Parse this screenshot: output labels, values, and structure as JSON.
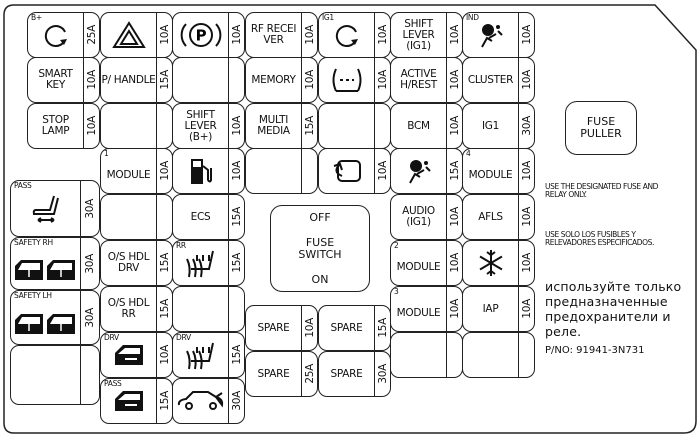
{
  "title": "Fuse box diagram",
  "fuses": [
    {
      "id": "b-plus",
      "tag": "B+",
      "icon": "refresh",
      "amp": "25A"
    },
    {
      "id": "hazard",
      "icon": "hazard",
      "amp": "10A"
    },
    {
      "id": "parking-brake",
      "icon": "parking",
      "amp": "10A"
    },
    {
      "id": "rf-receiver",
      "label": "RF RECEI VER",
      "amp": "10A"
    },
    {
      "id": "ig1-refresh",
      "tag": "IG1",
      "icon": "refresh",
      "amp": "10A"
    },
    {
      "id": "shift-lever-ig1",
      "label": "SHIFT LEVER (IG1)",
      "amp": "10A"
    },
    {
      "id": "airbag-ind",
      "tag": "IND",
      "icon": "airbag",
      "amp": "10A"
    },
    {
      "id": "smart-key",
      "label": "SMART KEY",
      "amp": "10A"
    },
    {
      "id": "p-handle",
      "label": "P/ HANDLE",
      "amp": "15A"
    },
    {
      "id": "empty-r2c3",
      "amp": ""
    },
    {
      "id": "memory",
      "label": "MEMORY",
      "amp": "10A"
    },
    {
      "id": "tpms",
      "icon": "tire",
      "amp": "10A"
    },
    {
      "id": "active-h-rest",
      "label": "ACTIVE H/REST",
      "amp": "10A"
    },
    {
      "id": "cluster",
      "label": "CLUSTER",
      "amp": "10A"
    },
    {
      "id": "stop-lamp",
      "label": "STOP LAMP",
      "amp": "10A"
    },
    {
      "id": "empty-r3c2",
      "amp": ""
    },
    {
      "id": "shift-lever-b-plus",
      "label": "SHIFT LEVER (B+)",
      "amp": "10A"
    },
    {
      "id": "multi-media",
      "label": "MULTI MEDIA",
      "amp": "15A"
    },
    {
      "id": "empty-r3c5",
      "amp": ""
    },
    {
      "id": "bcm",
      "label": "BCM",
      "amp": "10A"
    },
    {
      "id": "ig1",
      "label": "IG1",
      "amp": "30A"
    },
    {
      "id": "module-1",
      "tag": "1",
      "label": "MODULE",
      "amp": "10A"
    },
    {
      "id": "fuel",
      "icon": "fuel",
      "amp": "10A"
    },
    {
      "id": "empty-r4c4",
      "amp": ""
    },
    {
      "id": "seat-memory",
      "icon": "seat-adjust",
      "amp": "10A"
    },
    {
      "id": "airbag",
      "icon": "airbag",
      "amp": "15A"
    },
    {
      "id": "module-4",
      "tag": "4",
      "label": "MODULE",
      "amp": "10A"
    },
    {
      "id": "empty-r5c2",
      "amp": ""
    },
    {
      "id": "ecs",
      "label": "ECS",
      "amp": "15A"
    },
    {
      "id": "audio-ig1",
      "label": "AUDIO (IG1)",
      "amp": "10A"
    },
    {
      "id": "afls",
      "label": "AFLS",
      "amp": "10A"
    },
    {
      "id": "os-hdl-drv",
      "label": "O/S HDL DRV",
      "amp": "15A"
    },
    {
      "id": "rr-seat-heater",
      "tag": "RR",
      "icon": "seat-heater",
      "amp": "15A"
    },
    {
      "id": "module-2",
      "tag": "2",
      "label": "MODULE",
      "amp": "10A"
    },
    {
      "id": "aircon",
      "icon": "snowflake",
      "amp": "10A"
    },
    {
      "id": "os-hdl-rr",
      "label": "O/S HDL RR",
      "amp": "15A"
    },
    {
      "id": "empty-r7c3",
      "amp": ""
    },
    {
      "id": "module-3",
      "tag": "3",
      "label": "MODULE",
      "amp": "10A"
    },
    {
      "id": "iap",
      "label": "IAP",
      "amp": "10A"
    },
    {
      "id": "drv-door-lock",
      "tag": "DRV",
      "icon": "door",
      "amp": "10A"
    },
    {
      "id": "drv-seat-heater",
      "tag": "DRV",
      "icon": "seat-heater",
      "amp": "15A"
    },
    {
      "id": "empty-r8c6",
      "amp": ""
    },
    {
      "id": "empty-r8c7",
      "amp": ""
    },
    {
      "id": "pass-door-lock",
      "tag": "PASS",
      "icon": "door",
      "amp": "15A"
    },
    {
      "id": "trunk",
      "icon": "trunk",
      "amp": "30A"
    },
    {
      "id": "pass-power-seat",
      "tag": "PASS",
      "icon": "seat",
      "amp": "30A"
    },
    {
      "id": "safety-rh",
      "tag": "SAFETY RH",
      "icon": "windows",
      "amp": "30A"
    },
    {
      "id": "safety-lh",
      "tag": "SAFETY LH",
      "icon": "windows",
      "amp": "30A"
    },
    {
      "id": "empty-left",
      "amp": ""
    },
    {
      "id": "spare-1",
      "label": "SPARE",
      "amp": "10A"
    },
    {
      "id": "spare-2",
      "label": "SPARE",
      "amp": "15A"
    },
    {
      "id": "spare-3",
      "label": "SPARE",
      "amp": "25A"
    },
    {
      "id": "spare-4",
      "label": "SPARE",
      "amp": "30A"
    }
  ],
  "fuse_switch": {
    "off": "OFF",
    "label": "FUSE SWITCH",
    "on": "ON"
  },
  "fuse_puller": "FUSE PULLER",
  "notes": {
    "en": "USE THE DESIGNATED FUSE AND RELAY ONLY.",
    "es": "USE SOLO LOS FUSIBLES Y RELEVADORES ESPECIFICADOS.",
    "ru": "используйте только предназначенные предохранители и реле.",
    "part_no": "P/NO: 91941-3N731"
  }
}
